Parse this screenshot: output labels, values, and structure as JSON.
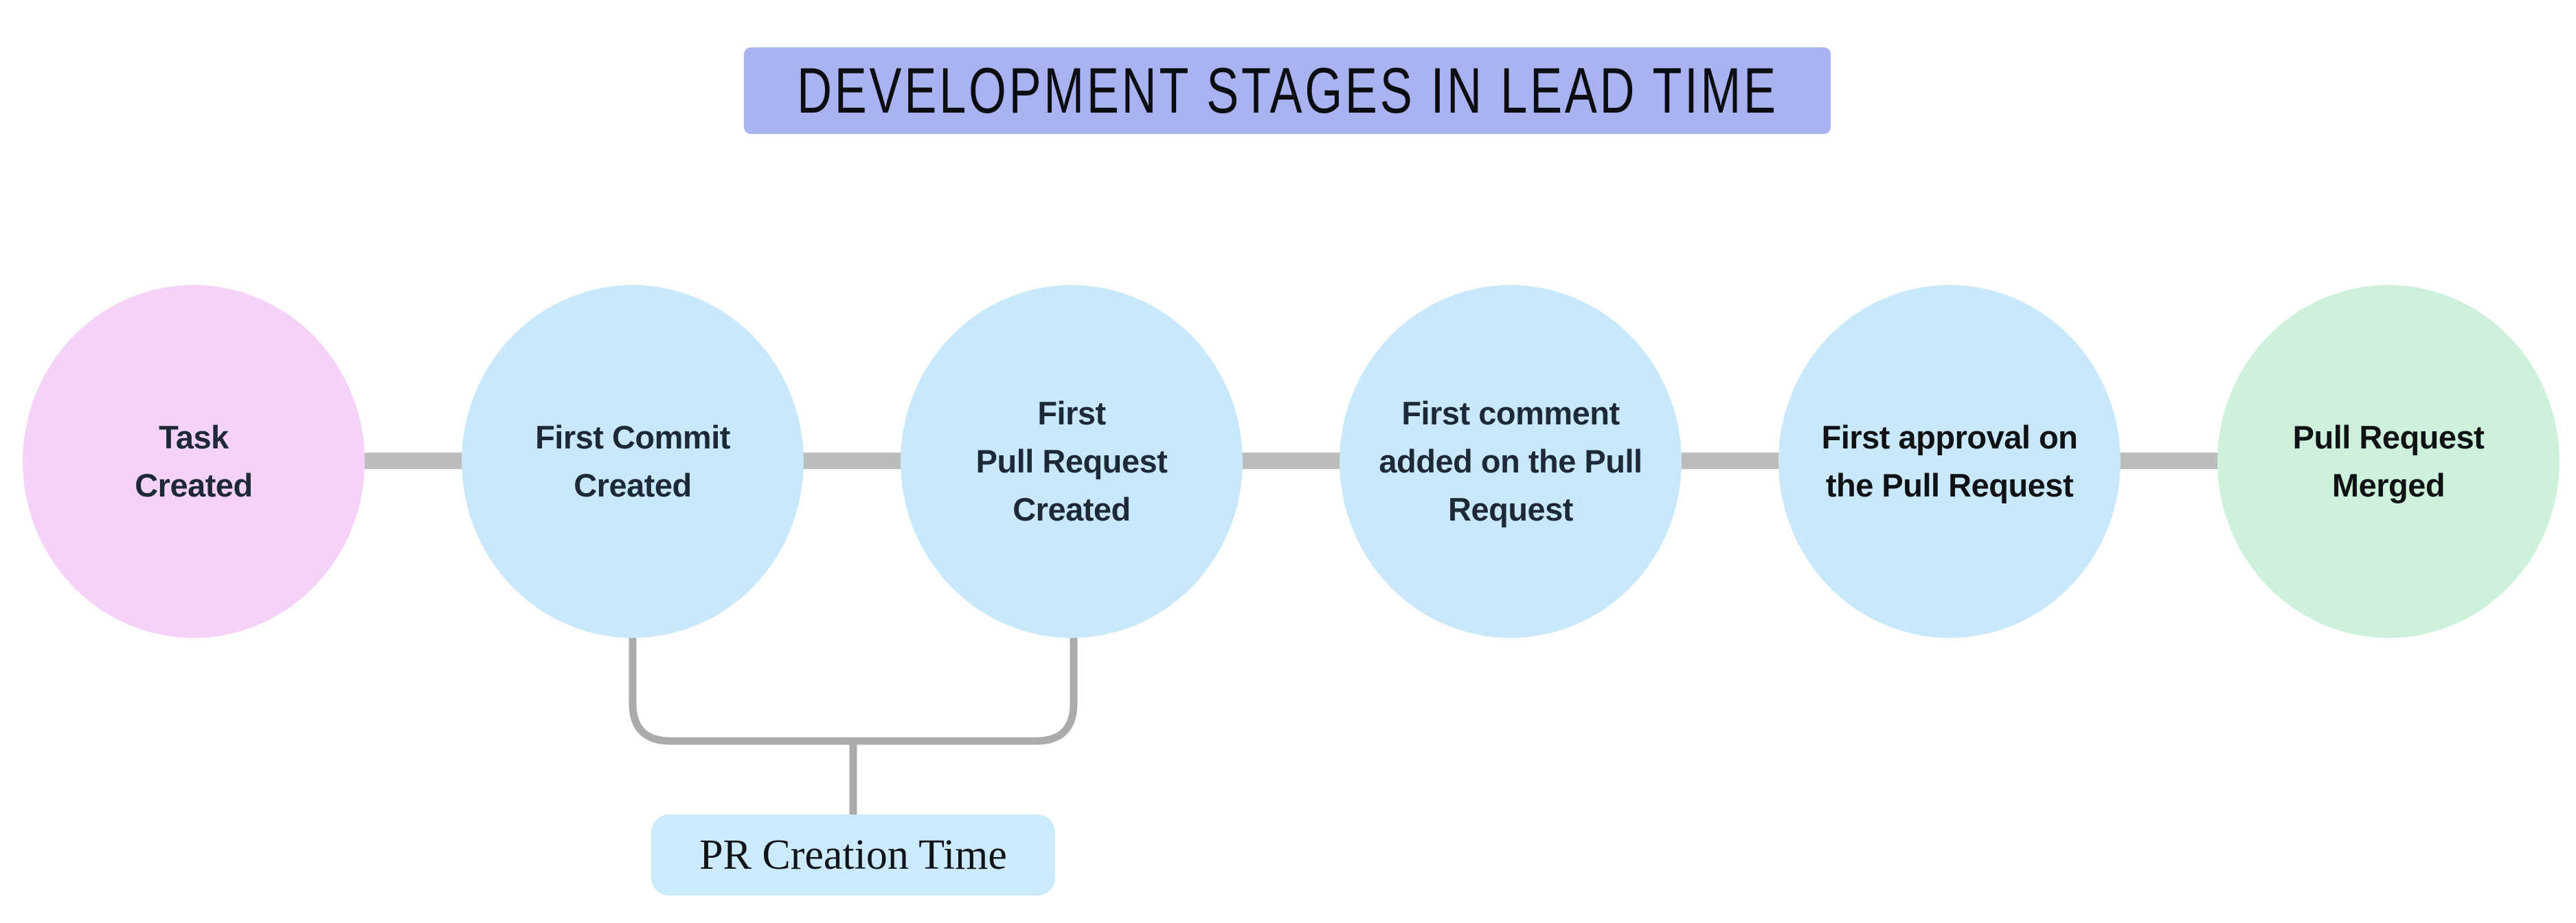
{
  "title": {
    "text": "DEVELOPMENT STAGES IN LEAD TIME",
    "bg": "#aab3f1",
    "text_color": "#0c0d11"
  },
  "stages": [
    {
      "label": "Task\nCreated",
      "fill": "#f5d3f8",
      "text_color": "#1e2937"
    },
    {
      "label": "First Commit\nCreated",
      "fill": "#c9e8fb",
      "text_color": "#1e2937"
    },
    {
      "label": "First\nPull Request\nCreated",
      "fill": "#c9e8fb",
      "text_color": "#1e2937"
    },
    {
      "label": "First comment\nadded on the Pull\nRequest",
      "fill": "#c9e8fb",
      "text_color": "#1e2937"
    },
    {
      "label": "First approval on\nthe Pull Request",
      "fill": "#c9e8fb",
      "text_color": "#0f1115"
    },
    {
      "label": "Pull Request\nMerged",
      "fill": "#cdf1da",
      "text_color": "#0f1115"
    }
  ],
  "annotation": {
    "label": "PR Creation Time",
    "bg": "#cbeafd",
    "text_color": "#101418"
  },
  "colors": {
    "background": "#ffffff",
    "connector": "#bcbcbc",
    "bracket": "#ababab"
  }
}
